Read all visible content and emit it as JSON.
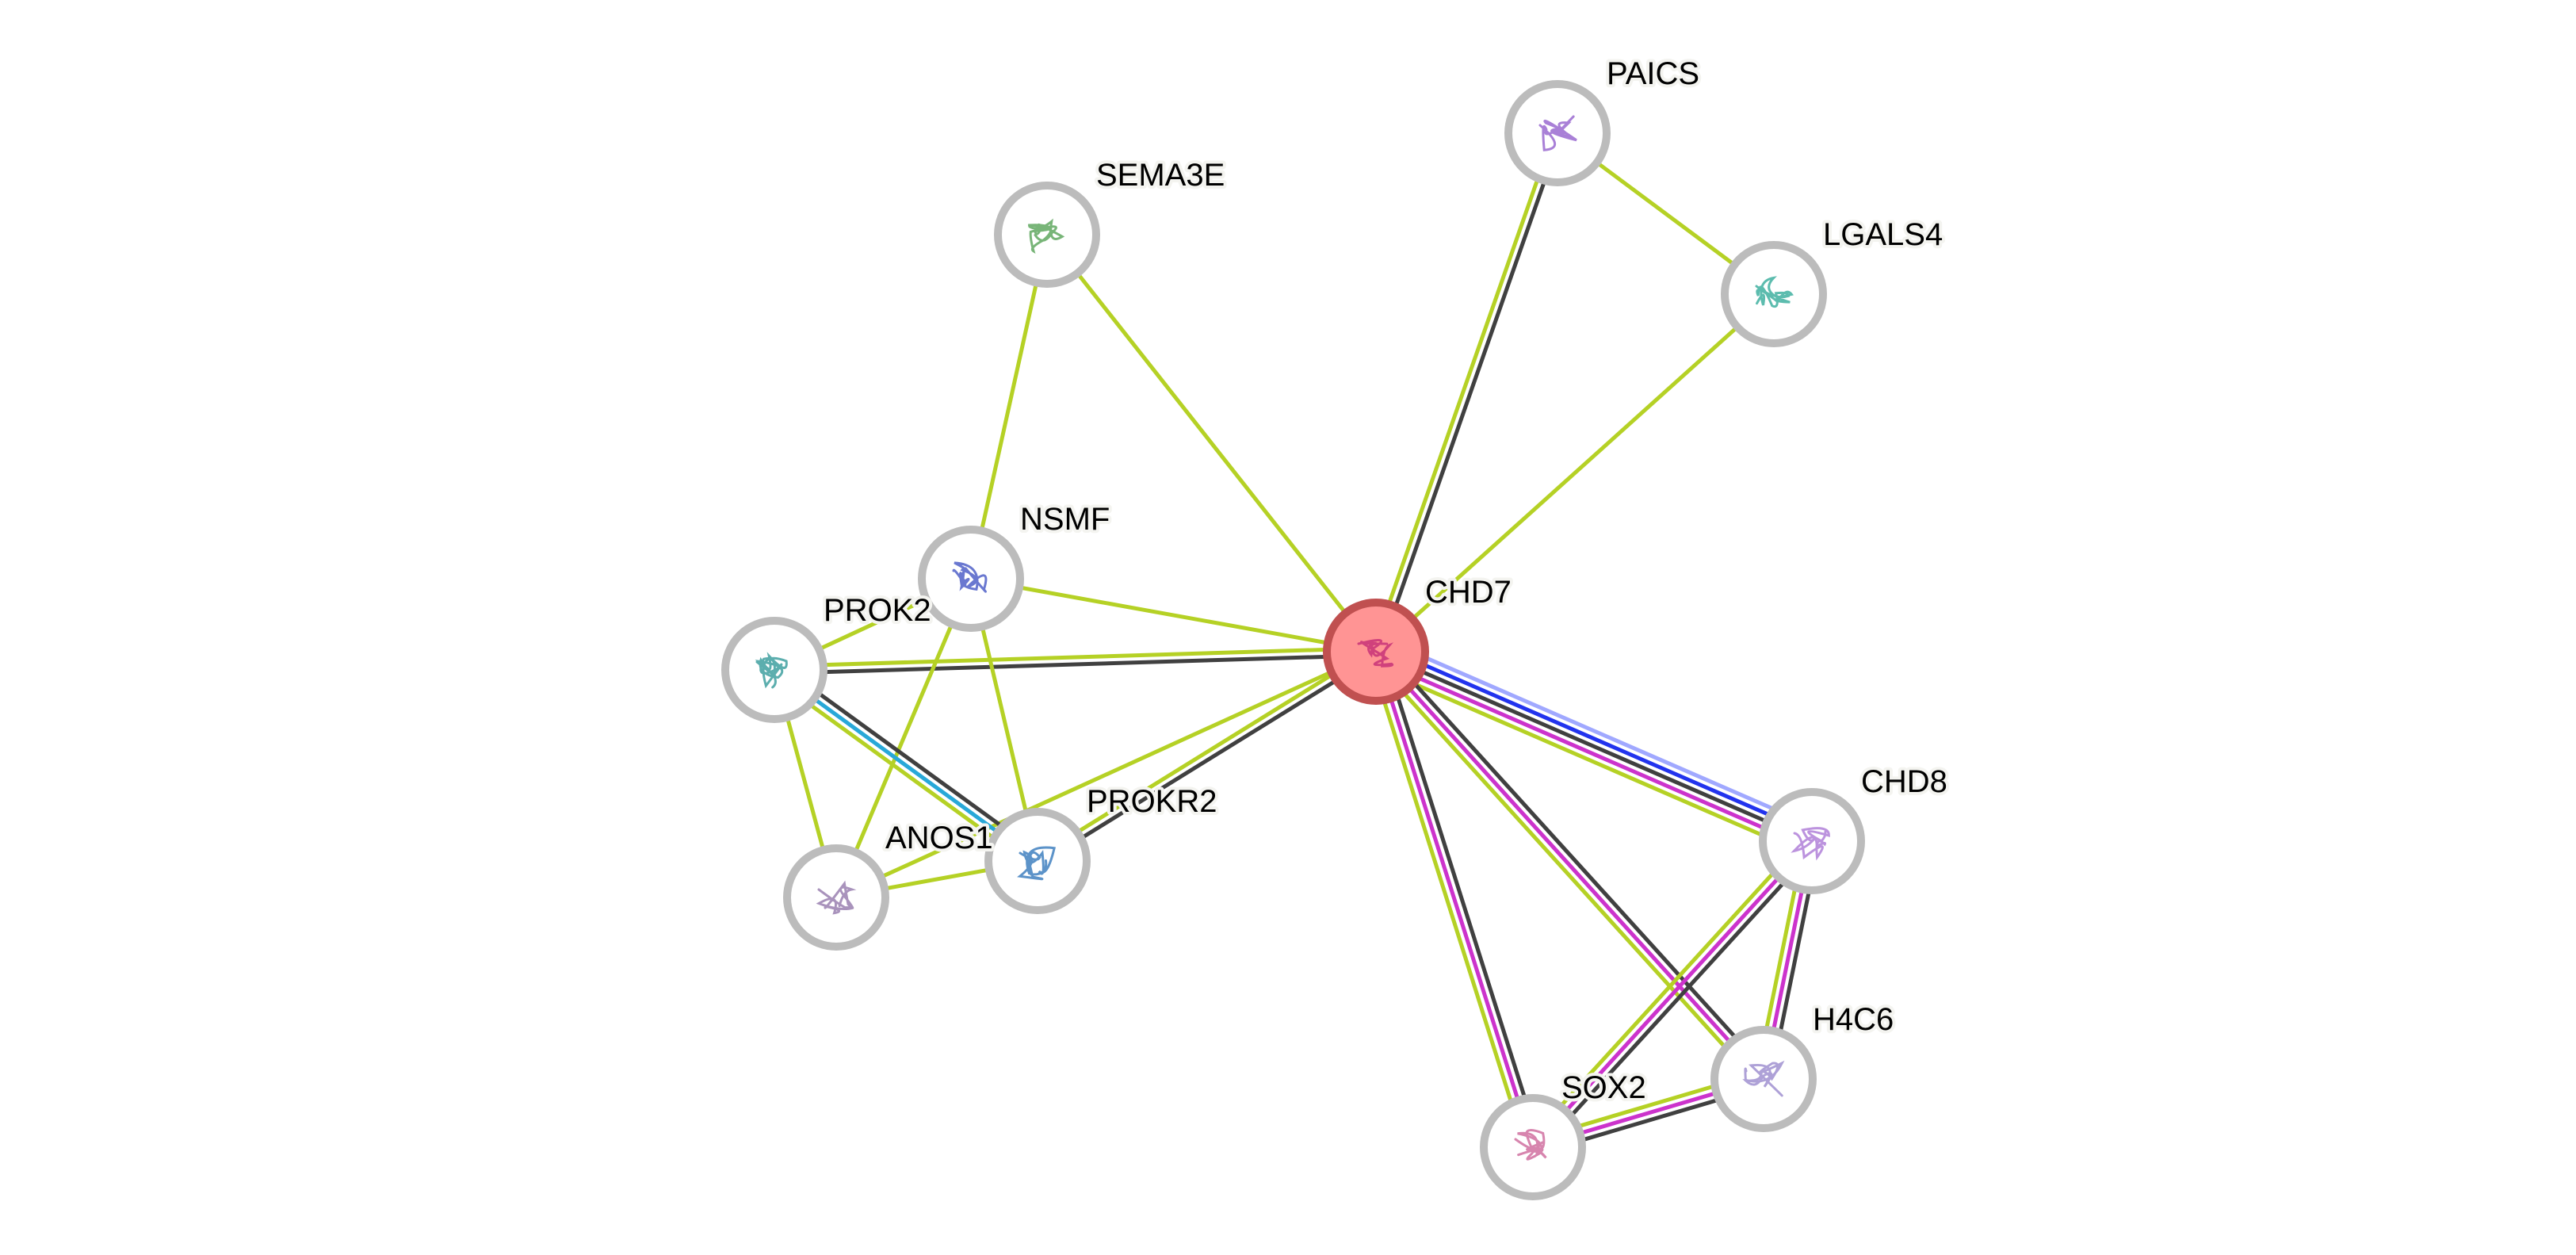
{
  "title": "Protein interaction network",
  "colors": {
    "textmining": "#b5d125",
    "coexpression": "#404040",
    "experiments": "#cc33cc",
    "database": "#28a8d8",
    "homology": "#2233ee",
    "homology_light": "#a0a8ff",
    "query_fill": "#ff9494",
    "query_border": "#c05050",
    "node_border": "#bcbcbc",
    "node_fill": "#ffffff"
  },
  "nodes": [
    {
      "id": "CHD7",
      "label": "CHD7",
      "query": true,
      "structure_hue": "#c83278"
    },
    {
      "id": "PAICS",
      "label": "PAICS",
      "query": false,
      "structure_hue": "#9a6ad0"
    },
    {
      "id": "LGALS4",
      "label": "LGALS4",
      "query": false,
      "structure_hue": "#40b0a0"
    },
    {
      "id": "SEMA3E",
      "label": "SEMA3E",
      "query": false,
      "structure_hue": "#60a860"
    },
    {
      "id": "NSMF",
      "label": "NSMF",
      "query": false,
      "structure_hue": "#5060c8"
    },
    {
      "id": "PROK2",
      "label": "PROK2",
      "query": false,
      "structure_hue": "#40a0a0"
    },
    {
      "id": "ANOS1",
      "label": "ANOS1",
      "query": false,
      "structure_hue": "#9a80b0"
    },
    {
      "id": "PROKR2",
      "label": "PROKR2",
      "query": false,
      "structure_hue": "#4080c0"
    },
    {
      "id": "CHD8",
      "label": "CHD8",
      "query": false,
      "structure_hue": "#b080d8"
    },
    {
      "id": "H4C6",
      "label": "H4C6",
      "query": false,
      "structure_hue": "#a090d0"
    },
    {
      "id": "SOX2",
      "label": "SOX2",
      "query": false,
      "structure_hue": "#d070a0"
    }
  ],
  "edges": [
    {
      "source": "CHD7",
      "target": "PAICS",
      "evidence": [
        "textmining",
        "coexpression"
      ]
    },
    {
      "source": "CHD7",
      "target": "LGALS4",
      "evidence": [
        "textmining"
      ]
    },
    {
      "source": "PAICS",
      "target": "LGALS4",
      "evidence": [
        "textmining"
      ]
    },
    {
      "source": "CHD7",
      "target": "SEMA3E",
      "evidence": [
        "textmining"
      ]
    },
    {
      "source": "SEMA3E",
      "target": "NSMF",
      "evidence": [
        "textmining"
      ]
    },
    {
      "source": "CHD7",
      "target": "NSMF",
      "evidence": [
        "textmining"
      ]
    },
    {
      "source": "CHD7",
      "target": "PROK2",
      "evidence": [
        "coexpression",
        "textmining"
      ]
    },
    {
      "source": "CHD7",
      "target": "PROKR2",
      "evidence": [
        "coexpression",
        "textmining"
      ]
    },
    {
      "source": "CHD7",
      "target": "ANOS1",
      "evidence": [
        "textmining"
      ]
    },
    {
      "source": "NSMF",
      "target": "PROK2",
      "evidence": [
        "textmining"
      ]
    },
    {
      "source": "NSMF",
      "target": "PROKR2",
      "evidence": [
        "textmining"
      ]
    },
    {
      "source": "NSMF",
      "target": "ANOS1",
      "evidence": [
        "textmining"
      ]
    },
    {
      "source": "PROK2",
      "target": "PROKR2",
      "evidence": [
        "coexpression",
        "database",
        "textmining"
      ]
    },
    {
      "source": "PROK2",
      "target": "ANOS1",
      "evidence": [
        "textmining"
      ]
    },
    {
      "source": "ANOS1",
      "target": "PROKR2",
      "evidence": [
        "textmining"
      ]
    },
    {
      "source": "CHD7",
      "target": "CHD8",
      "evidence": [
        "homology_light",
        "homology",
        "coexpression",
        "experiments",
        "textmining"
      ]
    },
    {
      "source": "CHD7",
      "target": "SOX2",
      "evidence": [
        "coexpression",
        "experiments",
        "textmining"
      ]
    },
    {
      "source": "CHD7",
      "target": "H4C6",
      "evidence": [
        "coexpression",
        "experiments",
        "textmining"
      ]
    },
    {
      "source": "CHD8",
      "target": "SOX2",
      "evidence": [
        "coexpression",
        "experiments",
        "textmining"
      ]
    },
    {
      "source": "CHD8",
      "target": "H4C6",
      "evidence": [
        "coexpression",
        "experiments",
        "textmining"
      ]
    },
    {
      "source": "SOX2",
      "target": "H4C6",
      "evidence": [
        "textmining",
        "experiments",
        "coexpression"
      ]
    }
  ]
}
